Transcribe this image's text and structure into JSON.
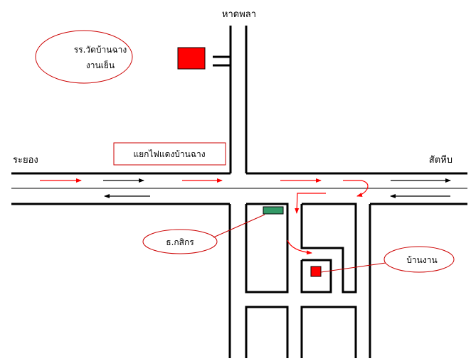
{
  "labels": {
    "top_road": "หาดพลา",
    "left_road": "ระยอง",
    "right_road": "สัตหีบ",
    "school_line1": "รร.วัดบ้านฉาง",
    "school_line2": "งานเย็น",
    "intersection": "แยกไฟแดงบ้านฉาง",
    "bank": "ธ.กสิกร",
    "venue": "บ้านงาน"
  },
  "colors": {
    "road": "#000000",
    "route_arrow": "#ff0000",
    "school_marker": "#ff0000",
    "venue_marker": "#ff0000",
    "bank_marker": "#339966",
    "callout_outline": "#cc0000"
  },
  "icons": {
    "school": "red-square-marker",
    "bank": "green-rectangle-marker",
    "venue": "red-square-marker"
  }
}
